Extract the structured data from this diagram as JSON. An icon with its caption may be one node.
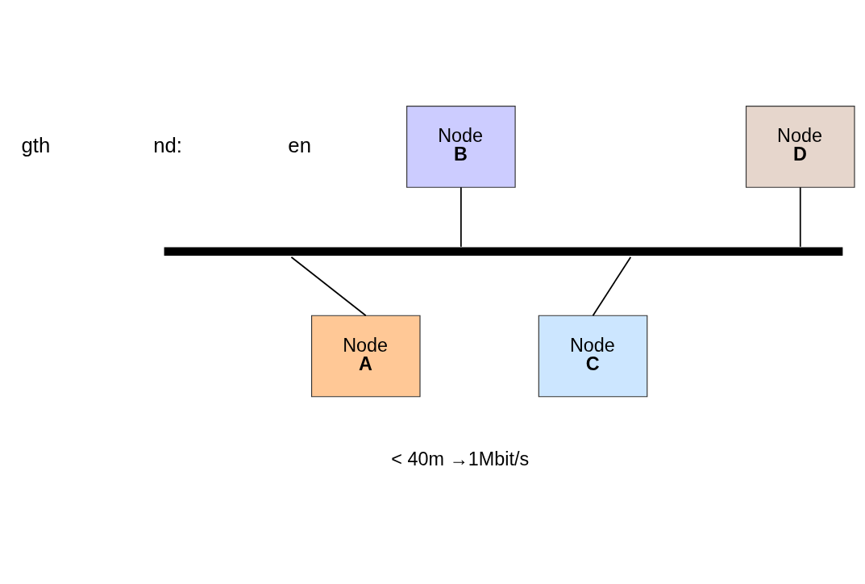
{
  "diagram": {
    "nodes": [
      {
        "text": [
          "Node",
          "B"
        ]
      },
      {
        "text": [
          "Node",
          "D"
        ]
      },
      {
        "text": [],
        "shape": "bar"
      },
      {
        "text": [
          "Node",
          "A"
        ]
      },
      {
        "text": [
          "Node",
          "C"
        ]
      }
    ],
    "edges": [
      {
        "from": 0,
        "to": 2,
        "arrow": "none"
      },
      {
        "from": 1,
        "to": 2,
        "arrow": "none"
      },
      {
        "from": 2,
        "to": 3,
        "arrow": "none"
      },
      {
        "from": 2,
        "to": 4,
        "arrow": "none"
      }
    ],
    "labels": [
      "gth",
      "nd:",
      "en",
      "< 40m →1Mbit/s"
    ]
  }
}
